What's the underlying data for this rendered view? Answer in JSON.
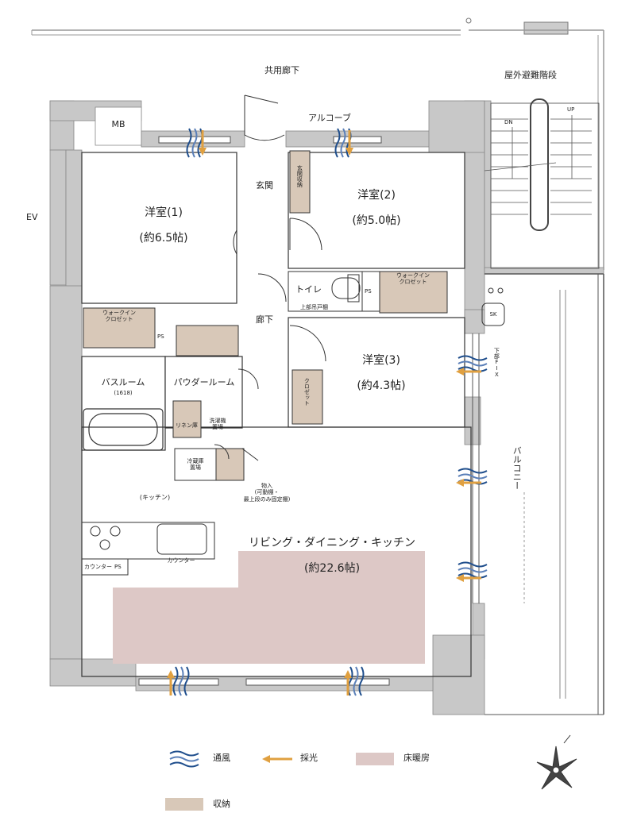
{
  "labels": {
    "corridor": "共用廊下",
    "stairs": "屋外避難階段",
    "mb": "MB",
    "ev": "EV",
    "alcove": "アルコーブ",
    "entrance": "玄関",
    "entrance_storage": "玄関収納",
    "room1": "洋室(1)",
    "room1_area": "(約6.5帖)",
    "room2": "洋室(2)",
    "room2_area": "(約5.0帖)",
    "room3": "洋室(3)",
    "room3_area": "(約4.3帖)",
    "toilet": "トイレ",
    "upper_cabinet": "上部吊戸棚",
    "ps": "PS",
    "wic": "ウォークイン\nクロゼット",
    "hallway": "廊下",
    "bathroom": "バスルーム",
    "bath_size": "(1618)",
    "powder_room": "パウダールーム",
    "linen": "リネン庫",
    "washer": "洗濯機\n置場",
    "fridge": "冷蔵庫\n置場",
    "storage_note": "物入\n(可動棚・\n最上段のみ固定棚)",
    "kitchen": "(キッチン)",
    "counter": "カウンター",
    "ldk": "リビング・ダイニング・キッチン",
    "ldk_area": "(約22.6帖)",
    "closet": "クロゼット",
    "balcony": "バルコニー",
    "fix_window": "下部FIX",
    "sk": "SK",
    "dn": "DN",
    "up": "UP"
  },
  "legend": {
    "ventilation": "通風",
    "daylight": "採光",
    "floor_heating": "床暖房",
    "storage": "収納"
  },
  "colors": {
    "wall": "#c8c8c8",
    "storage": "#d8c8b8",
    "floor_heating": "#ddc8c6",
    "ventilation": "#1f4e8c",
    "daylight": "#e0a040"
  }
}
